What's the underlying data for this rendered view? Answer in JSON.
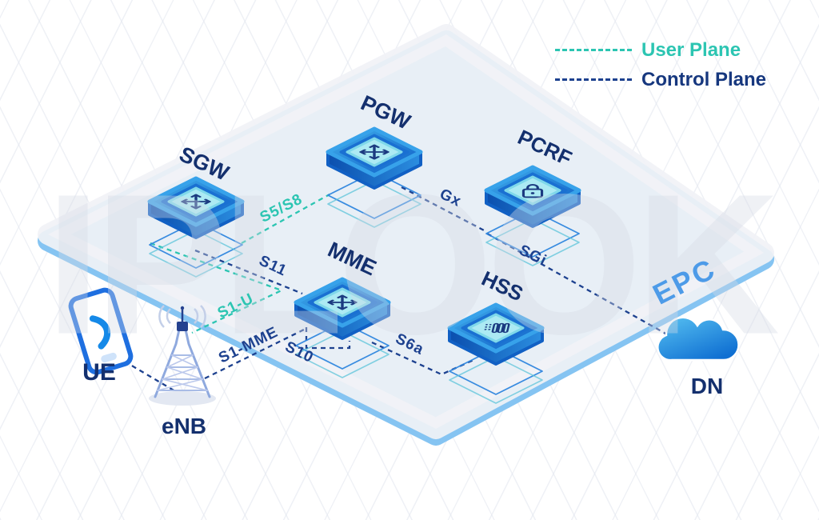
{
  "legend": {
    "user_plane": {
      "label": "User Plane"
    },
    "control_plane": {
      "label": "Control Plane"
    }
  },
  "platform": {
    "label": "EPC"
  },
  "watermark": {
    "text": "IPLOOK"
  },
  "nodes": {
    "sgw": {
      "label": "SGW",
      "icon": "switch-icon"
    },
    "pgw": {
      "label": "PGW",
      "icon": "switch-icon"
    },
    "pcrf": {
      "label": "PCRF",
      "icon": "lock-icon"
    },
    "mme": {
      "label": "MME",
      "icon": "switch-icon"
    },
    "hss": {
      "label": "HSS",
      "icon": "database-icon"
    },
    "ue": {
      "label": "UE",
      "icon": "phone-icon"
    },
    "enb": {
      "label": "eNB",
      "icon": "tower-icon"
    },
    "dn": {
      "label": "DN",
      "icon": "cloud-icon"
    }
  },
  "interfaces": {
    "s5s8": {
      "label": "S5/S8",
      "plane": "user"
    },
    "s1u": {
      "label": "S1-U",
      "plane": "user"
    },
    "s11": {
      "label": "S11",
      "plane": "control"
    },
    "s1mme": {
      "label": "S1-MME",
      "plane": "control"
    },
    "s10": {
      "label": "S10",
      "plane": "control"
    },
    "s6a": {
      "label": "S6a",
      "plane": "control"
    },
    "gx": {
      "label": "Gx",
      "plane": "control"
    },
    "sgi": {
      "label": "SGi",
      "plane": "control"
    }
  },
  "colors": {
    "user_plane": "#2cc5b2",
    "control_plane": "#1d418f",
    "node_label": "#14306e",
    "epc_label": "#4d9be8"
  }
}
